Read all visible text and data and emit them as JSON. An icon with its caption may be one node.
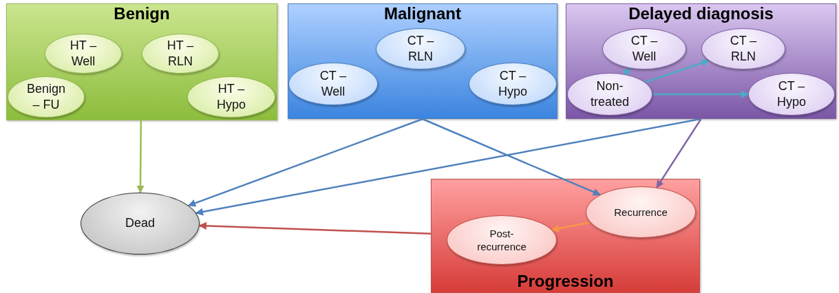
{
  "diagram": {
    "nodes": [
      {
        "text": [
          "Benign"
        ]
      },
      {
        "text": [
          "HT – Well"
        ],
        "in": 0
      },
      {
        "text": [
          "HT – RLN"
        ],
        "in": 0
      },
      {
        "text": [
          "Benign – FU"
        ],
        "in": 0
      },
      {
        "text": [
          "HT – Hypo"
        ],
        "in": 0
      },
      {
        "text": [
          "Malignant"
        ]
      },
      {
        "text": [
          "CT – RLN"
        ],
        "in": 5
      },
      {
        "text": [
          "CT – Well"
        ],
        "in": 5
      },
      {
        "text": [
          "CT – Hypo"
        ],
        "in": 5
      },
      {
        "text": [
          "Delayed diagnosis"
        ]
      },
      {
        "text": [
          "CT – Well"
        ],
        "in": 9
      },
      {
        "text": [
          "CT – RLN"
        ],
        "in": 9
      },
      {
        "text": [
          "Non- treated"
        ],
        "in": 9
      },
      {
        "text": [
          "CT – Hypo"
        ],
        "in": 9
      },
      {
        "text": [
          "Dead"
        ]
      },
      {
        "text": [
          "Progression"
        ]
      },
      {
        "text": [
          "Recurrence"
        ],
        "in": 15
      },
      {
        "text": [
          "Post- recurrence"
        ],
        "in": 15
      }
    ],
    "edges": [
      {
        "from": 0,
        "to": 14,
        "arrow": "to",
        "color": "#9bbb59"
      },
      {
        "from": 5,
        "to": 14,
        "arrow": "to",
        "color": "#4f81bd"
      },
      {
        "from": 5,
        "to": 16,
        "arrow": "to",
        "color": "#4f81bd"
      },
      {
        "from": 9,
        "to": 14,
        "arrow": "to",
        "color": "#4f81bd"
      },
      {
        "from": 9,
        "to": 16,
        "arrow": "to",
        "color": "#8064a2"
      },
      {
        "from": 15,
        "to": 14,
        "arrow": "to",
        "color": "#c0504d"
      },
      {
        "from": 16,
        "to": 17,
        "arrow": "to",
        "color": "#f79646"
      },
      {
        "from": 12,
        "to": 10,
        "arrow": "to",
        "color": "#4bacc6"
      },
      {
        "from": 12,
        "to": 11,
        "arrow": "to",
        "color": "#4bacc6"
      },
      {
        "from": 12,
        "to": 13,
        "arrow": "to",
        "color": "#4bacc6"
      }
    ]
  }
}
